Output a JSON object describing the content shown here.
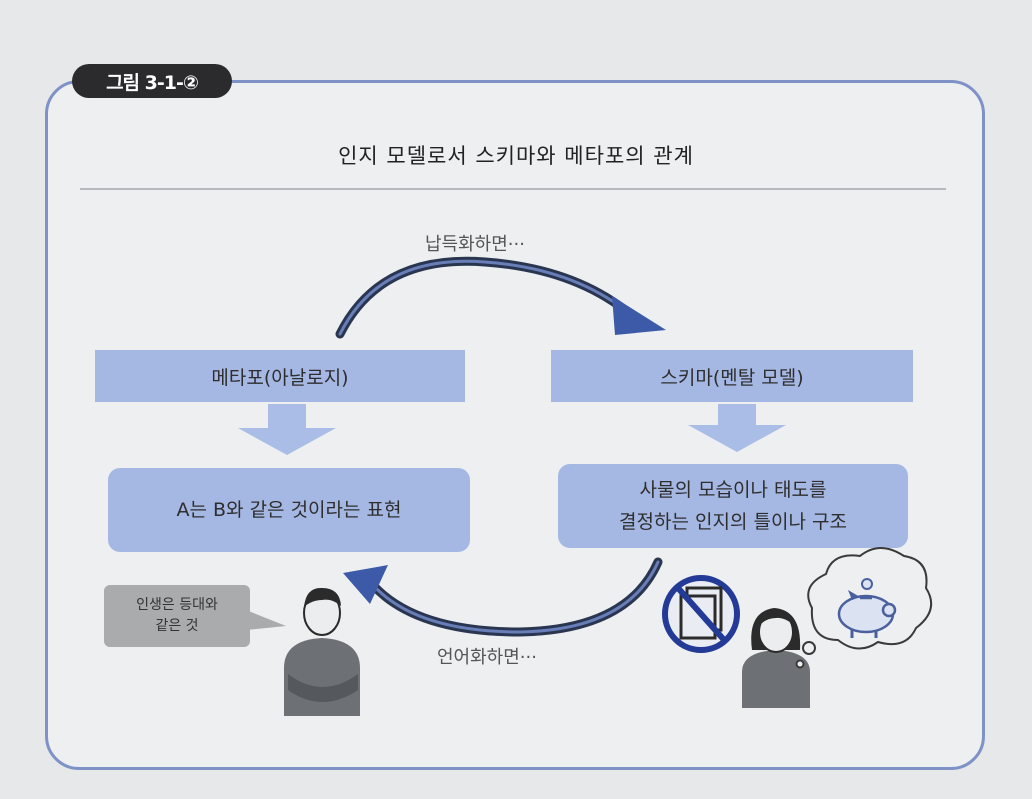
{
  "figure": {
    "badge": "그림 3-1-②",
    "title": "인지 모델로서 스키마와 메타포의 관계"
  },
  "arrows": {
    "top_label": "납득화하면···",
    "bottom_label": "언어화하면···"
  },
  "left": {
    "header": "메타포(아날로지)",
    "description": "A는 B와 같은 것이라는 표현",
    "speech_lines": [
      "인생은 등대와",
      "같은 것"
    ]
  },
  "right": {
    "header": "스키마(멘탈 모델)",
    "description_lines": [
      "사물의 모습이나 태도를",
      "결정하는 인지의 틀이나 구조"
    ]
  },
  "colors": {
    "frame": "#7e92c8",
    "box": "#a5b7e3",
    "down_arrow": "#a9bde6",
    "curve_arrow": "#2a3550",
    "prohibition": "#233a96"
  },
  "icons": [
    "down-arrow-icon",
    "curved-arrow-icon",
    "man-icon",
    "woman-icon",
    "no-books-icon",
    "piggy-bank-icon",
    "thought-bubble-icon"
  ]
}
